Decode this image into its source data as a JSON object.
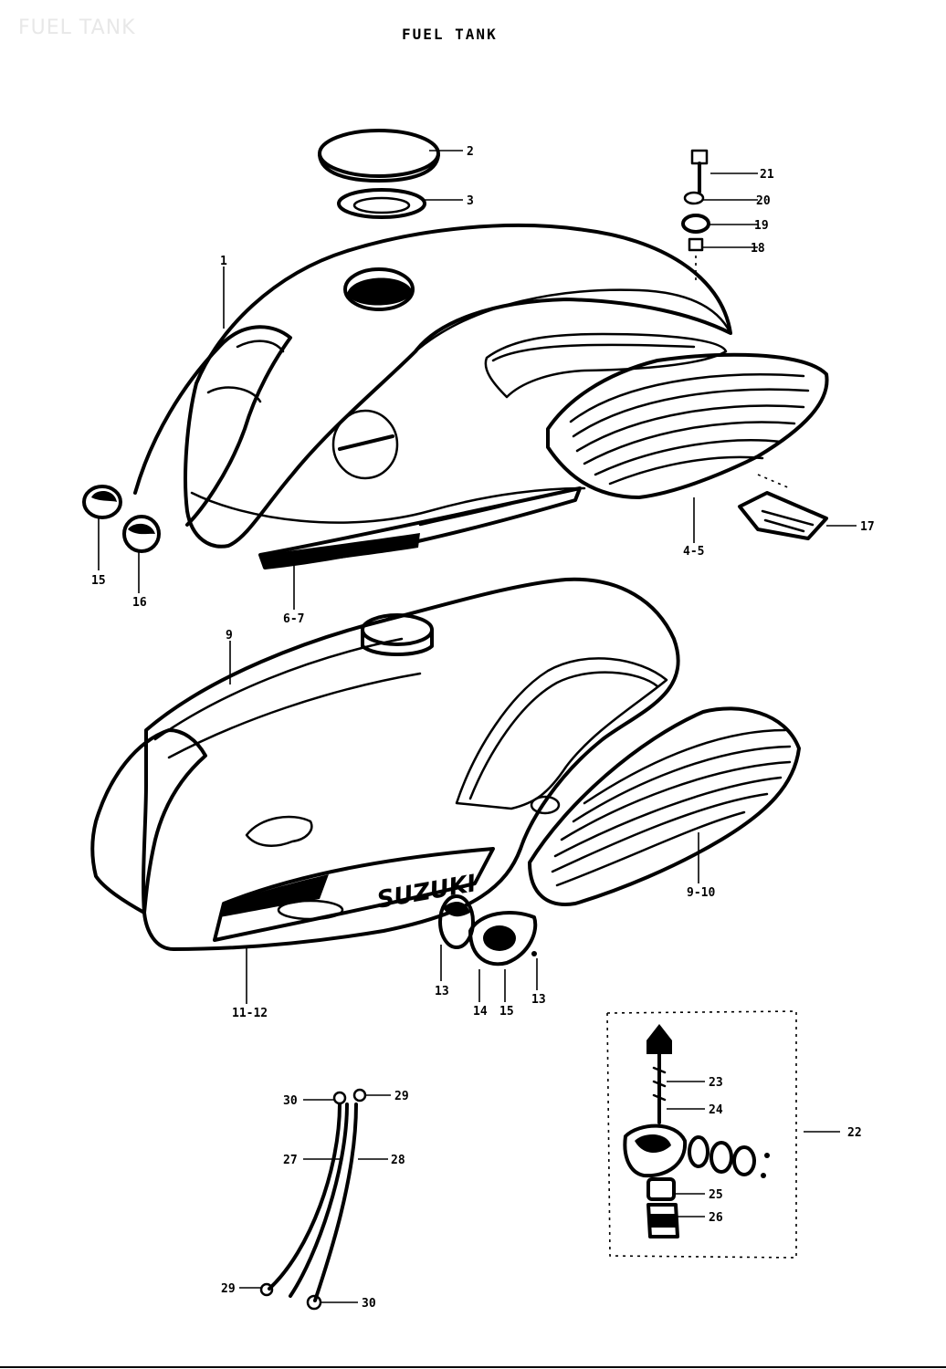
{
  "watermark": "FUEL TANK",
  "title": "FUEL TANK",
  "tank_logo": "SUZUKI",
  "callouts": {
    "c1": "1",
    "c2": "2",
    "c3": "3",
    "c21": "21",
    "c20": "20",
    "c19": "19",
    "c18": "18",
    "c15": "15",
    "c16": "16",
    "c67": "6-7",
    "c45": "4-5",
    "c17": "17",
    "c9": "9",
    "c910": "9-10",
    "c1112": "11-12",
    "c13": "13",
    "c14": "14",
    "c15b": "15",
    "c13b": "13",
    "c30a": "30",
    "c29": "29",
    "c27": "27",
    "c28": "28",
    "c29b": "29",
    "c30b": "30",
    "c23": "23",
    "c24": "24",
    "c25": "25",
    "c26": "26",
    "c22": "22"
  }
}
